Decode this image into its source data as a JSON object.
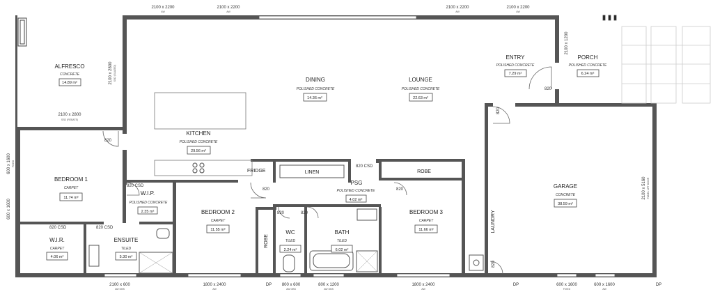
{
  "rooms": {
    "alfresco": {
      "name": "ALFRESCO",
      "finish": "CONCRETE",
      "area": "14.89 m²"
    },
    "dining": {
      "name": "DINING",
      "finish": "POLISHED CONCRETE",
      "area": "14.36 m²"
    },
    "lounge": {
      "name": "LOUNGE",
      "finish": "POLISHED CONCRETE",
      "area": "22.63 m²"
    },
    "entry": {
      "name": "ENTRY",
      "finish": "POLISHED CONCRETE",
      "area": "7.29 m²"
    },
    "porch": {
      "name": "PORCH",
      "finish": "POLISHED CONCRETE",
      "area": "6.24 m²"
    },
    "kitchen": {
      "name": "KITCHEN",
      "finish": "POLISHED CONCRETE",
      "area": "29.56 m²"
    },
    "bedroom1": {
      "name": "BEDROOM 1",
      "finish": "CARPET",
      "area": "11.74 m²"
    },
    "wip": {
      "name": "W.I.P.",
      "finish": "POLISHED CONCRETE",
      "area": "2.35 m²"
    },
    "bedroom2": {
      "name": "BEDROOM 2",
      "finish": "CARPET",
      "area": "11.55 m²"
    },
    "psg": {
      "name": "PSG",
      "finish": "POLISHED CONCRETE",
      "area": "4.02 m²"
    },
    "bedroom3": {
      "name": "BEDROOM 3",
      "finish": "CARPET",
      "area": "11.66 m²"
    },
    "garage": {
      "name": "GARAGE",
      "finish": "CONCRETE",
      "area": "38.59 m²"
    },
    "wir": {
      "name": "W.I.R.",
      "finish": "CARPET",
      "area": "4.06 m²"
    },
    "ensuite": {
      "name": "ENSUITE",
      "finish": "TILED",
      "area": "5.30 m²"
    },
    "wc": {
      "name": "WC",
      "finish": "TILED",
      "area": "2.24 m²"
    },
    "bath": {
      "name": "BATH",
      "finish": "TILED",
      "area": "6.02 m²"
    }
  },
  "labels": {
    "fridge": "FRIDGE",
    "linen": "LINEN",
    "robe": "ROBE",
    "laundry": "LAUNDRY",
    "d820": "820",
    "d820csd": "820 CSD",
    "dp": "DP",
    "garage_door": "2100 x 5160",
    "garage_door_sub": "PANEL LIFT DOOR"
  },
  "dims": {
    "top_window": "2100 x 2200",
    "aw": "AW",
    "dining_side": "2100 x 2800",
    "dining_side_sub": "SSD (GLAZED)",
    "rebate": "2100 x 2800",
    "rebate_sub": "SSD (REBATE)",
    "entry_win": "2100 x 1200",
    "left1": "600 x 1600",
    "left1_sub": "FIXED",
    "left2": "600 x 1600",
    "bottom1": "2100 x 600",
    "bottom1_sub": "AW OBS",
    "bottom2": "1800 x 2400",
    "bottom3": "800 x 600",
    "bottom3_sub": "AW OBS",
    "bottom4": "800 x 1200",
    "bottom4_sub": "AW OBS",
    "bottom5": "1800 x 2400",
    "bottom6": "600 x 1600",
    "bottom6_sub": "FIXED",
    "bottom7": "600 x 1600"
  }
}
